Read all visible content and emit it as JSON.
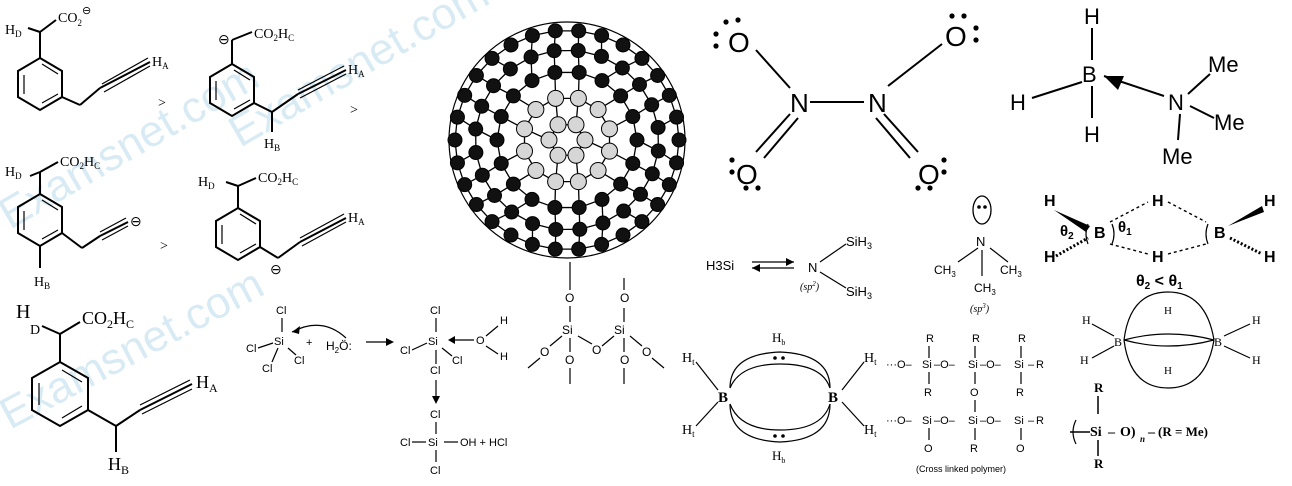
{
  "watermark": "Examsnet.com",
  "carbanions": {
    "s1": {
      "hd": "H",
      "hd_sub": "D",
      "group": "CO",
      "group_sub": "2",
      "charge": "⊖",
      "ha": "H",
      "ha_sub": "A",
      "gt": ">"
    },
    "s2": {
      "charge": "⊖",
      "group": "CO",
      "group_sub": "2",
      "group_suffix": "H",
      "group_suffix_sub": "C",
      "ha": "H",
      "ha_sub": "A",
      "hb": "H",
      "hb_sub": "B",
      "gt": ">"
    },
    "s3": {
      "hd": "H",
      "hd_sub": "D",
      "group": "CO",
      "group_sub": "2",
      "group_suffix": "H",
      "group_suffix_sub": "C",
      "hb": "H",
      "hb_sub": "B",
      "charge": "⊖",
      "gt": ">"
    },
    "s4": {
      "hd": "H",
      "hd_sub": "D",
      "group": "CO",
      "group_sub": "2",
      "group_suffix": "H",
      "group_suffix_sub": "C",
      "ha": "H",
      "ha_sub": "A",
      "charge": "⊖"
    },
    "big": {
      "h": "H",
      "d": "D",
      "group": "CO",
      "group_sub": "2",
      "group_suffix": "H",
      "group_suffix_sub": "C",
      "ha": "H",
      "ha_sub": "A",
      "hb": "H",
      "hb_sub": "B"
    }
  },
  "n2o4": {
    "n1": "N",
    "n2": "N",
    "o": "O"
  },
  "adduct": {
    "b": "B",
    "n": "N",
    "h": "H",
    "me": "Me"
  },
  "diborane": {
    "b": "B",
    "h": "H",
    "theta2": "θ",
    "theta2_sub": "2",
    "theta1": "θ",
    "theta1_sub": "1",
    "relation": "θ",
    "relation_sub1": "2",
    "relation_lt": " < θ",
    "relation_sub2": "1"
  },
  "trisilylamine": {
    "h3si": "H3Si",
    "n": "N",
    "sih3": "SiH",
    "sih3_sub": "3",
    "sp2": "(sp",
    "sp2_sup": "2",
    "sp2_close": ")"
  },
  "trimethylamine": {
    "n": "N",
    "ch3": "CH",
    "ch3_sub": "3",
    "sp3": "(sp",
    "sp3_sup": "3",
    "sp3_close": ")"
  },
  "hydrolysis": {
    "cl": "Cl",
    "si": "Si",
    "plus": "+",
    "h2o": "H",
    "h2o_sub": "2",
    "h2o_o": "Ö:",
    "oh": "O",
    "h": "H",
    "product": "OH + HCl"
  },
  "siloxane": {
    "o": "O",
    "si": "Si"
  },
  "bh_bridge": {
    "b": "B",
    "ht": "H",
    "ht_sub": "t",
    "hb": "H",
    "hb_sub": "b"
  },
  "silicone": {
    "r": "R",
    "si": "Si",
    "o": "O",
    "caption": "(Cross linked polymer)",
    "chain_si": "Si",
    "chain_o": "O)",
    "chain_n": "n",
    "chain_note": "(R = Me)"
  },
  "diborane_banana": {
    "b": "B",
    "h": "H"
  }
}
